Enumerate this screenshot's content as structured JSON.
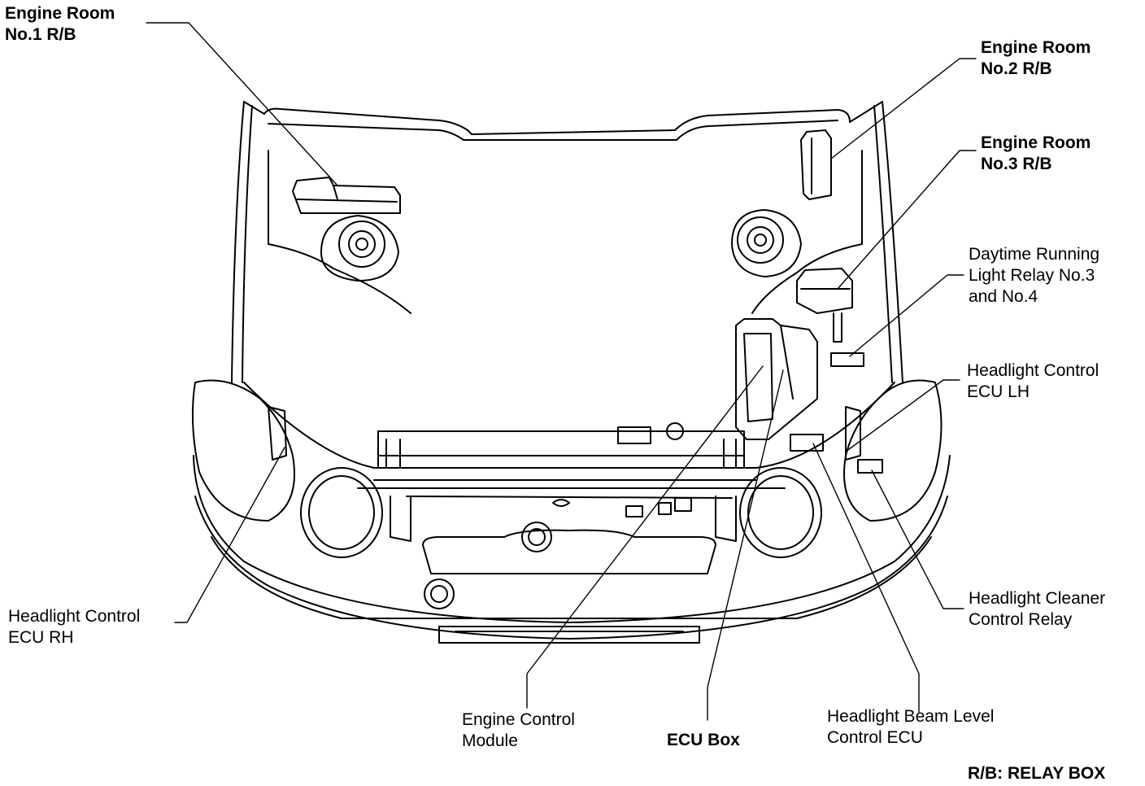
{
  "labels": {
    "er1": "Engine Room\nNo.1 R/B",
    "er2": "Engine Room\nNo.2 R/B",
    "er3": "Engine Room\nNo.3 R/B",
    "drl": "Daytime Running\nLight Relay No.3\nand No.4",
    "hlc_lh": "Headlight Control\nECU LH",
    "hlc_rh": "Headlight Control\nECU RH",
    "hlcl": "Headlight Cleaner\nControl Relay",
    "ecm": "Engine Control\nModule",
    "ecu_box": "ECU Box",
    "hbl": "Headlight Beam Level\nControl ECU",
    "legend": "R/B: RELAY BOX"
  },
  "colors": {
    "line": "#000000",
    "background": "#ffffff"
  }
}
